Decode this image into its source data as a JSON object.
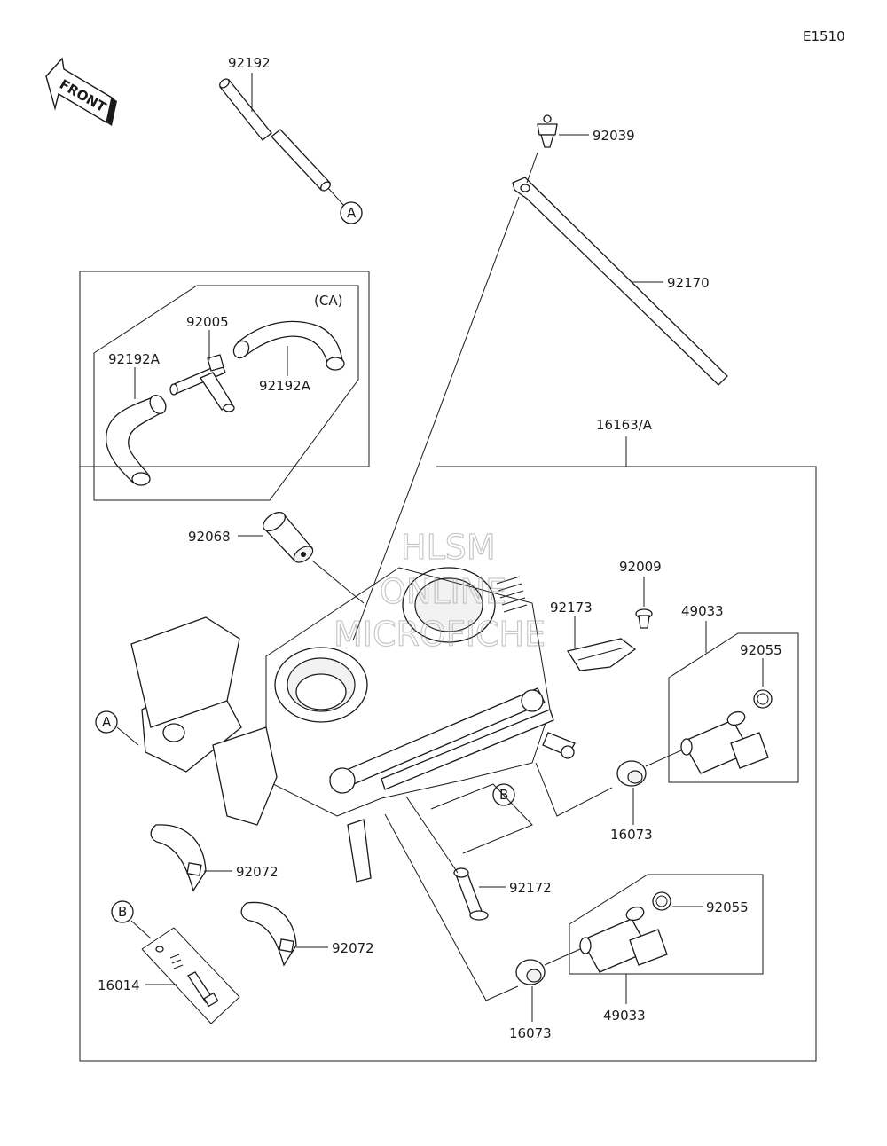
{
  "diagram_code": "E1510",
  "front_label": "FRONT",
  "variant_label": "(CA)",
  "watermark": [
    "HLSM",
    "ONLINE",
    "MICROFICHE"
  ],
  "callouts": {
    "a": "A",
    "b": "B"
  },
  "parts": {
    "p92192": "92192",
    "p92039": "92039",
    "p92170": "92170",
    "p92005": "92005",
    "p92192a_left": "92192A",
    "p92192a_right": "92192A",
    "p16163": "16163/A",
    "p92068": "92068",
    "p92009": "92009",
    "p92173": "92173",
    "p49033_top": "49033",
    "p92055_top": "92055",
    "p16073_top": "16073",
    "p92072_top": "92072",
    "p92072_bottom": "92072",
    "p92172": "92172",
    "p92055_bottom": "92055",
    "p49033_bottom": "49033",
    "p16073_bottom": "16073",
    "p16014": "16014"
  }
}
